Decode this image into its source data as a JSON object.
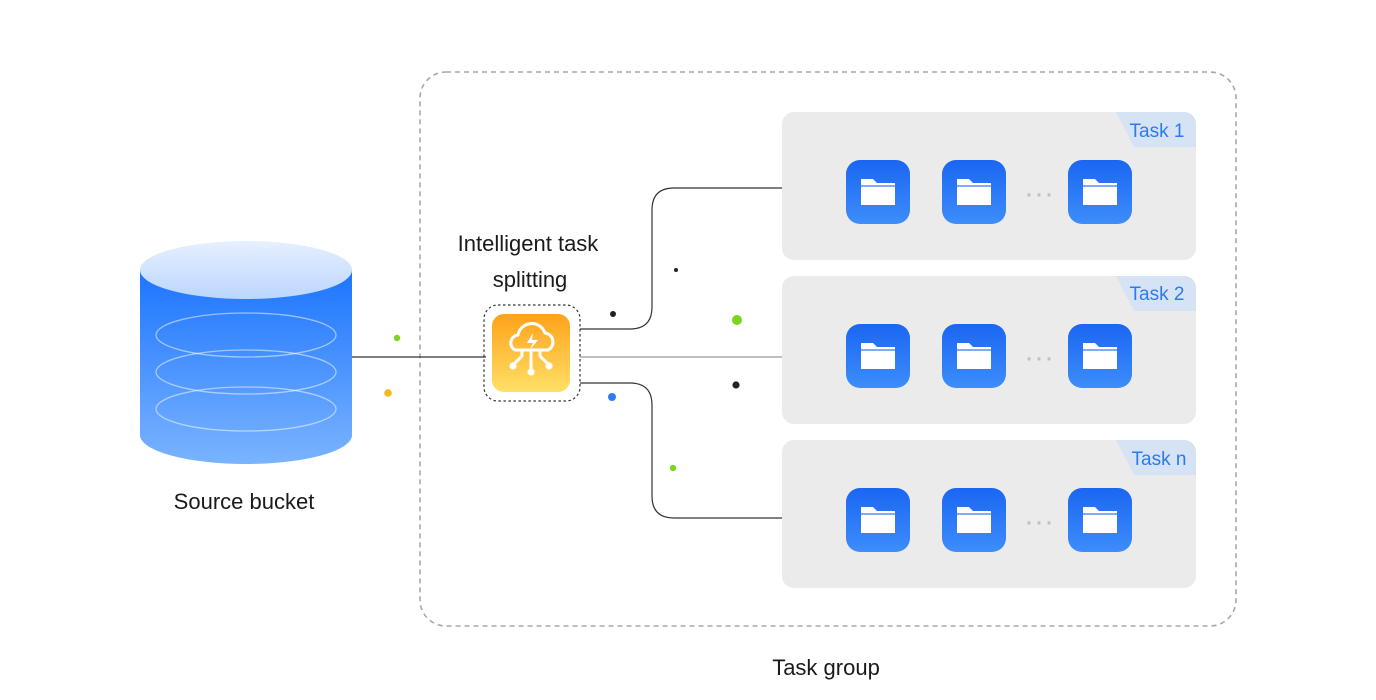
{
  "source": {
    "label": "Source bucket"
  },
  "splitter": {
    "label_line1": "Intelligent task",
    "label_line2": "splitting",
    "icon": "cloud-lightning-network-icon"
  },
  "group": {
    "label": "Task group"
  },
  "tasks": [
    {
      "label": "Task 1",
      "folders": [
        "folder-icon",
        "folder-icon",
        "folder-icon"
      ],
      "ellipsis": "···"
    },
    {
      "label": "Task 2",
      "folders": [
        "folder-icon",
        "folder-icon",
        "folder-icon"
      ],
      "ellipsis": "···"
    },
    {
      "label": "Task n",
      "folders": [
        "folder-icon",
        "folder-icon",
        "folder-icon"
      ],
      "ellipsis": "···"
    }
  ],
  "colors": {
    "accent_blue": "#2a7bf0",
    "folder_blue": "#1e6ff5",
    "splitter_orange": "#f7b21b",
    "task_bg": "#ebebeb",
    "tab_bg": "#d6e3f5",
    "dot_green": "#7ed321",
    "dot_yellow": "#f5b81f",
    "dot_blue": "#2f7cf6",
    "dot_black": "#222222"
  }
}
